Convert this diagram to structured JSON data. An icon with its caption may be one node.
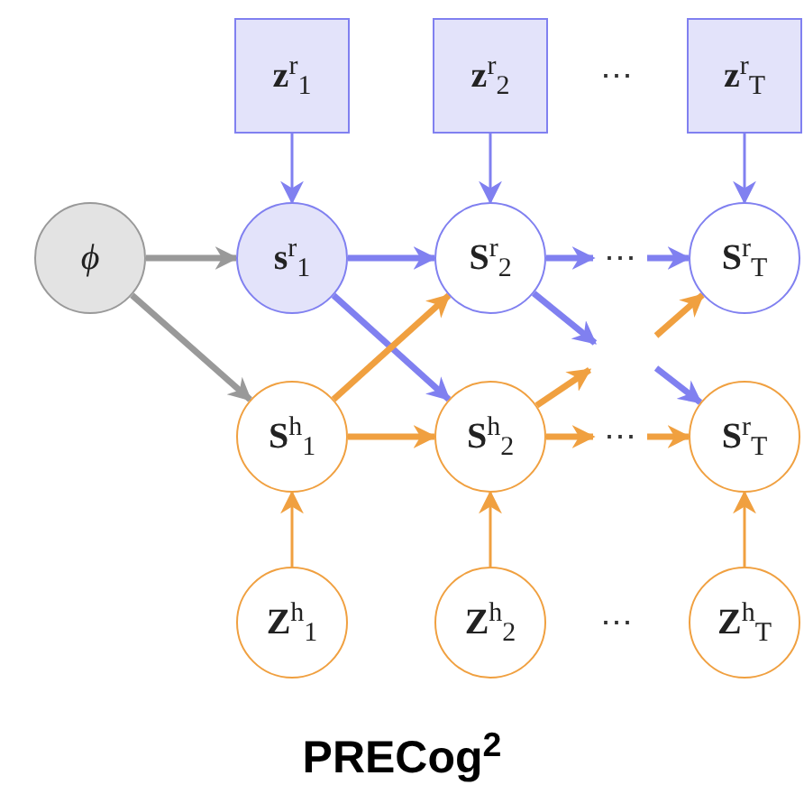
{
  "diagram": {
    "caption": "PRECog$^{2}$",
    "nodes": [
      {
        "text": [
          "**z**$^{r}$$_{1}$"
        ]
      },
      {
        "text": [
          "**z**$^{r}$$_{2}$"
        ]
      },
      {
        "text": [
          "**z**$^{r}$$_{T}$"
        ]
      },
      {
        "text": [
          "ϕ"
        ]
      },
      {
        "text": [
          "**s**$^{r}$$_{1}$"
        ]
      },
      {
        "text": [
          "**S**$^{r}$$_{2}$"
        ]
      },
      {
        "text": [
          "**S**$^{r}$$_{T}$"
        ]
      },
      {
        "text": [
          "**S**$^{h}$$_{1}$"
        ]
      },
      {
        "text": [
          "**S**$^{h}$$_{2}$"
        ]
      },
      {
        "text": [
          "**S**$^{r}$$_{T}$"
        ]
      },
      {
        "text": [
          "**Z**$^{h}$$_{1}$"
        ]
      },
      {
        "text": [
          "**Z**$^{h}$$_{2}$"
        ]
      },
      {
        "text": [
          "**Z**$^{h}$$_{T}$"
        ]
      },
      {
        "text": [
          "⋯"
        ]
      },
      {
        "text": [
          "⋯"
        ]
      }
    ],
    "edges": [
      {
        "from": 0,
        "to": 4,
        "arrow": "to",
        "color": "#8080f0"
      },
      {
        "from": 1,
        "to": 5,
        "arrow": "to",
        "color": "#8080f0"
      },
      {
        "from": 2,
        "to": 6,
        "arrow": "to",
        "color": "#8080f0"
      },
      {
        "from": 3,
        "to": 4,
        "arrow": "to",
        "color": "#999999"
      },
      {
        "from": 3,
        "to": 7,
        "arrow": "to",
        "color": "#999999"
      },
      {
        "from": 4,
        "to": 5,
        "arrow": "to",
        "color": "#8080f0"
      },
      {
        "from": 4,
        "to": 8,
        "arrow": "to",
        "color": "#8080f0"
      },
      {
        "from": 7,
        "to": 5,
        "arrow": "to",
        "color": "#f0a040"
      },
      {
        "from": 7,
        "to": 8,
        "arrow": "to",
        "color": "#f0a040"
      },
      {
        "from": 5,
        "to": 13,
        "arrow": "to",
        "color": "#8080f0"
      },
      {
        "from": 5,
        "to": null,
        "arrow": "to",
        "color": "#8080f0"
      },
      {
        "from": 13,
        "to": 6,
        "arrow": "to",
        "color": "#8080f0"
      },
      {
        "from": null,
        "to": 6,
        "arrow": "to",
        "color": "#f0a040"
      },
      {
        "from": null,
        "to": 9,
        "arrow": "to",
        "color": "#8080f0"
      },
      {
        "from": 8,
        "to": null,
        "arrow": "to",
        "color": "#f0a040"
      },
      {
        "from": 8,
        "to": 14,
        "arrow": "to",
        "color": "#f0a040"
      },
      {
        "from": 14,
        "to": 9,
        "arrow": "to",
        "color": "#f0a040"
      },
      {
        "from": 10,
        "to": 7,
        "arrow": "to",
        "color": "#f0a040"
      },
      {
        "from": 11,
        "to": 8,
        "arrow": "to",
        "color": "#f0a040"
      },
      {
        "from": 12,
        "to": 9,
        "arrow": "to",
        "color": "#f0a040"
      }
    ],
    "labels": [
      "⋯",
      "⋯"
    ]
  }
}
